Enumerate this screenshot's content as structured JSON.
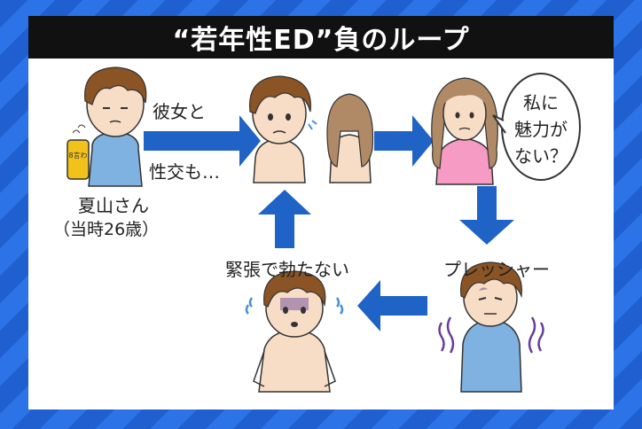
{
  "title": "“若年性ED”負のループ",
  "labels": {
    "arrow_text_line1": "彼女と",
    "arrow_text_line2": "性交も…",
    "person_name": "夏山さん",
    "person_age": "（当時26歳）",
    "bubble_line1": "私に",
    "bubble_line2": "魅力が",
    "bubble_line3": "ない？",
    "pressure": "プレッシャー",
    "nervous": "緊張で勃たない"
  },
  "can_text": "8言わ",
  "colors": {
    "background_stripe_dark": "#1f5fd0",
    "background_stripe_light": "#2b73e6",
    "title_bar": "#111111",
    "arrow": "#1f63c7",
    "hair_brown": "#8a5424",
    "skin": "#f7dcc6",
    "shirt_blue": "#7fb2e0",
    "woman_shirt": "#f59bc4",
    "woman_hair": "#b08a66"
  }
}
